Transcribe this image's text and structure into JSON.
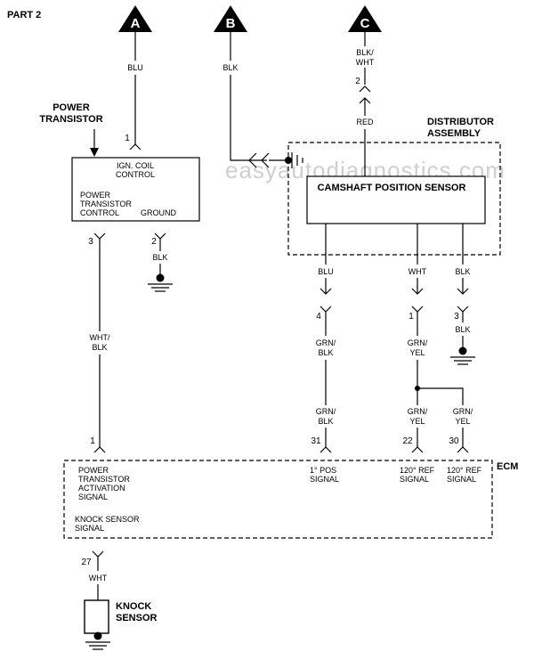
{
  "title": "PART 2",
  "watermark": "easyautodiagnostics.com",
  "connectors": {
    "a": {
      "letter": "A",
      "wire": "BLU",
      "pin": "1"
    },
    "b": {
      "letter": "B",
      "wire": "BLK"
    },
    "c": {
      "letter": "C",
      "wire_top_1": "BLK/",
      "wire_top_2": "WHT",
      "pin": "2",
      "wire_bottom": "RED"
    }
  },
  "power_transistor": {
    "label_1": "POWER",
    "label_2": "TRANSISTOR",
    "ign_1": "IGN. COIL",
    "ign_2": "CONTROL",
    "ptc_1": "POWER",
    "ptc_2": "TRANSISTOR",
    "ptc_3": "CONTROL",
    "ground": "GROUND",
    "pin3": "3",
    "pin2": "2",
    "wire_ground": "BLK",
    "wire_mid_1": "WHT/",
    "wire_mid_2": "BLK",
    "pin1": "1"
  },
  "distributor": {
    "label_1": "DISTRIBUTOR",
    "label_2": "ASSEMBLY",
    "sensor": "CAMSHAFT POSITION SENSOR",
    "wires": [
      {
        "top": "BLU",
        "pin": "4",
        "mid_1": "GRN/",
        "mid_2": "BLK",
        "low_1": "GRN/",
        "low_2": "BLK",
        "ecm_pin": "31"
      },
      {
        "top": "WHT",
        "pin": "1",
        "mid_1": "GRN/",
        "mid_2": "YEL",
        "low_1": "GRN/",
        "low_2": "YEL",
        "ecm_pin": "22"
      },
      {
        "top": "BLK",
        "pin": "3",
        "mid_1": "BLK",
        "low_1": "GRN/",
        "low_2": "YEL",
        "ecm_pin": "30"
      }
    ]
  },
  "ecm": {
    "label": "ECM",
    "pta_1": "POWER",
    "pta_2": "TRANSISTOR",
    "pta_3": "ACTIVATION",
    "pta_4": "SIGNAL",
    "ks_1": "KNOCK SENSOR",
    "ks_2": "SIGNAL",
    "pos_1": "1° POS",
    "pos_2": "SIGNAL",
    "ref1_1": "120° REF",
    "ref1_2": "SIGNAL",
    "ref2_1": "120° REF",
    "ref2_2": "SIGNAL"
  },
  "knock_sensor": {
    "pin": "27",
    "wire": "WHT",
    "label_1": "KNOCK",
    "label_2": "SENSOR"
  }
}
